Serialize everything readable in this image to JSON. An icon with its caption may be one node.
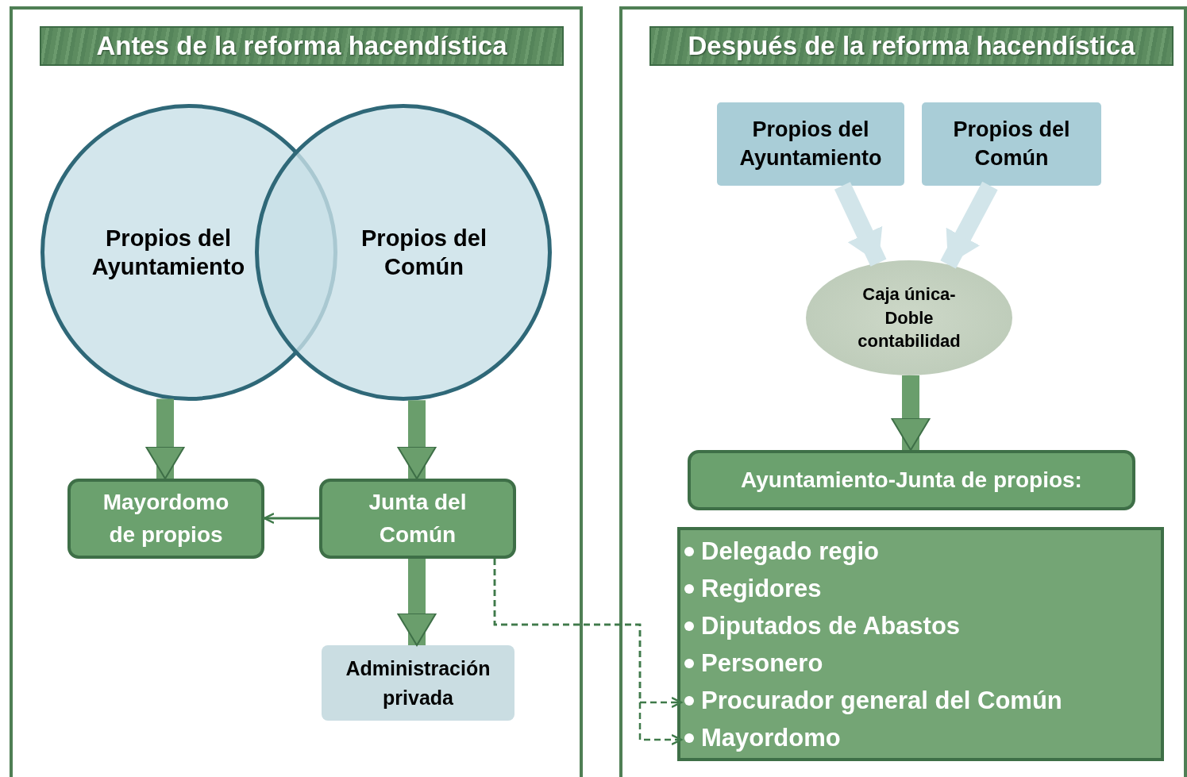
{
  "diagram": {
    "nodes": [
      {
        "text": [
          "Antes de la reforma hacendística"
        ]
      },
      {
        "text": [
          "Propios del Ayuntamiento"
        ],
        "in": 0
      },
      {
        "text": [
          "Propios del Común"
        ],
        "in": 0
      },
      {
        "text": [
          "Mayordomo de propios"
        ],
        "in": 0
      },
      {
        "text": [
          "Junta del Común"
        ],
        "in": 0
      },
      {
        "text": [
          "Administración privada"
        ],
        "in": 0
      },
      {
        "text": [
          "Después de la reforma hacendística"
        ]
      },
      {
        "text": [
          "Propios del Ayuntamiento"
        ],
        "in": 6
      },
      {
        "text": [
          "Propios del Común"
        ],
        "in": 6
      },
      {
        "text": [
          "Caja única- Doble contabilidad"
        ],
        "in": 6
      },
      {
        "text": [
          "Ayuntamiento-Junta de propios:"
        ],
        "in": 6
      },
      {
        "text": [],
        "shape": "box",
        "in": 6
      },
      {
        "text": [
          "Delegado regio"
        ],
        "in": 11
      },
      {
        "text": [
          "Regidores"
        ],
        "in": 11
      },
      {
        "text": [
          "Diputados de Abastos"
        ],
        "in": 11
      },
      {
        "text": [
          "Personero"
        ],
        "in": 11
      },
      {
        "text": [
          "Procurador general del Común"
        ],
        "in": 11
      },
      {
        "text": [
          "Mayordomo"
        ],
        "in": 11
      }
    ],
    "edges": [
      {
        "from": 1,
        "to": 3,
        "arrow": "to"
      },
      {
        "from": 2,
        "to": 4,
        "arrow": "to"
      },
      {
        "from": 4,
        "to": 3,
        "arrow": "to",
        "color": "#3f7a4a"
      },
      {
        "from": 4,
        "to": 5,
        "arrow": "to"
      },
      {
        "from": 7,
        "to": 9,
        "arrow": "to",
        "color": "#d2e5ea"
      },
      {
        "from": 8,
        "to": 9,
        "arrow": "to",
        "color": "#d2e5ea"
      },
      {
        "from": 9,
        "to": 10,
        "arrow": "to"
      },
      {
        "from": 4,
        "to": 16,
        "arrow": "to",
        "style": "dashed",
        "color": "#3f7a4a"
      },
      {
        "from": 4,
        "to": 17,
        "arrow": "to",
        "style": "dashed",
        "color": "#3f7a4a"
      }
    ]
  }
}
